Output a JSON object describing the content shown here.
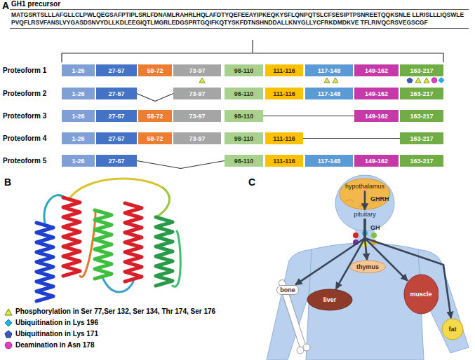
{
  "diagram": {
    "nodes": [
      {
        "text": [
          "GH1 precursor",
          "MATGSRTSLLLAFGLLCLPWLQEGSAFPTIPLSRLFDNAMLRAHRLHQLAFDTYQEFEEAYIPKEQKYSFLQNPQTSLCFSESIPTPSNREETQQKSNLE LLRISLLLIQSWLEPVQFLRSVFANSLVYGASDSNVYDLLKDLEEGIQTLMGRLEDGSPRTGQIFKQTYSKFDTNSHNDDALLKNYGLLYCFRKDMDKVE TFLRIVQCRSVEGSCGF"
        ]
      },
      {
        "text": [
          "1-26"
        ]
      },
      {
        "text": [
          "27-57"
        ]
      },
      {
        "text": [
          "58-72"
        ]
      },
      {
        "text": [
          "73-97"
        ]
      },
      {
        "text": [
          "98-110"
        ]
      },
      {
        "text": [
          "111-116"
        ]
      },
      {
        "text": [
          "117-148"
        ]
      },
      {
        "text": [
          "149-162"
        ]
      },
      {
        "text": [
          "163-217"
        ]
      },
      {
        "text": [
          "1-26"
        ]
      },
      {
        "text": [
          "27-57"
        ]
      },
      {
        "text": [
          "73-97"
        ]
      },
      {
        "text": [
          "98-110"
        ]
      },
      {
        "text": [
          "111-116"
        ]
      },
      {
        "text": [
          "117-148"
        ]
      },
      {
        "text": [
          "149-162"
        ]
      },
      {
        "text": [
          "163-217"
        ]
      },
      {
        "text": [
          "1-26"
        ]
      },
      {
        "text": [
          "27-57"
        ]
      },
      {
        "text": [
          "58-72"
        ]
      },
      {
        "text": [
          "73-97"
        ]
      },
      {
        "text": [
          "98-110"
        ]
      },
      {
        "text": [
          "149-162"
        ]
      },
      {
        "text": [
          "163-217"
        ]
      },
      {
        "text": [
          "1-26"
        ]
      },
      {
        "text": [
          "27-57"
        ]
      },
      {
        "text": [
          "58-72"
        ]
      },
      {
        "text": [
          "73-97"
        ]
      },
      {
        "text": [
          "98-110"
        ]
      },
      {
        "text": [
          "111-116"
        ]
      },
      {
        "text": [
          "163-217"
        ]
      },
      {
        "text": [
          "1-26"
        ]
      },
      {
        "text": [
          "27-57"
        ]
      },
      {
        "text": [
          "98-110"
        ]
      },
      {
        "text": [
          "111-116"
        ]
      },
      {
        "text": [
          "117-148"
        ]
      },
      {
        "text": [
          "149-162"
        ]
      },
      {
        "text": [
          "163-217"
        ]
      },
      {
        "text": [
          "hypothalamus"
        ]
      },
      {
        "text": [
          "pituitary"
        ]
      },
      {
        "text": [
          "thymus"
        ]
      },
      {
        "text": [
          "bone"
        ]
      },
      {
        "text": [
          "liver"
        ]
      },
      {
        "text": [
          "muscle"
        ]
      },
      {
        "text": [
          "fat"
        ]
      }
    ],
    "edges": [
      {
        "from": 11,
        "to": 12,
        "arrow": "none"
      },
      {
        "from": 22,
        "to": 23,
        "arrow": "none"
      },
      {
        "from": 30,
        "to": 31,
        "arrow": "none"
      },
      {
        "from": 33,
        "to": 34,
        "arrow": "none"
      },
      {
        "from": 39,
        "to": 40,
        "label": "GHRH",
        "arrow": "to"
      },
      {
        "from": 40,
        "to": 41,
        "label": "GH",
        "arrow": "to"
      },
      {
        "from": 40,
        "to": 42,
        "arrow": "to"
      },
      {
        "from": 40,
        "to": 43,
        "arrow": "to"
      },
      {
        "from": 40,
        "to": 44,
        "arrow": "to"
      },
      {
        "from": 40,
        "to": 45,
        "arrow": "to"
      }
    ],
    "labels": [
      "A",
      "Proteoform 1",
      "Proteoform 2",
      "Proteoform 3",
      "Proteoform 4",
      "Proteoform 5",
      "B",
      "C"
    ],
    "legend": [
      {
        "text": "Phosphorylation in Ser 77,Ser 132, Ser 134, Thr 174, Ser 176"
      },
      {
        "text": "Ubiquitination in Lys 196"
      },
      {
        "text": "Ubiquitination in Lys 171"
      },
      {
        "text": "Deamination in Asn 178"
      }
    ]
  }
}
